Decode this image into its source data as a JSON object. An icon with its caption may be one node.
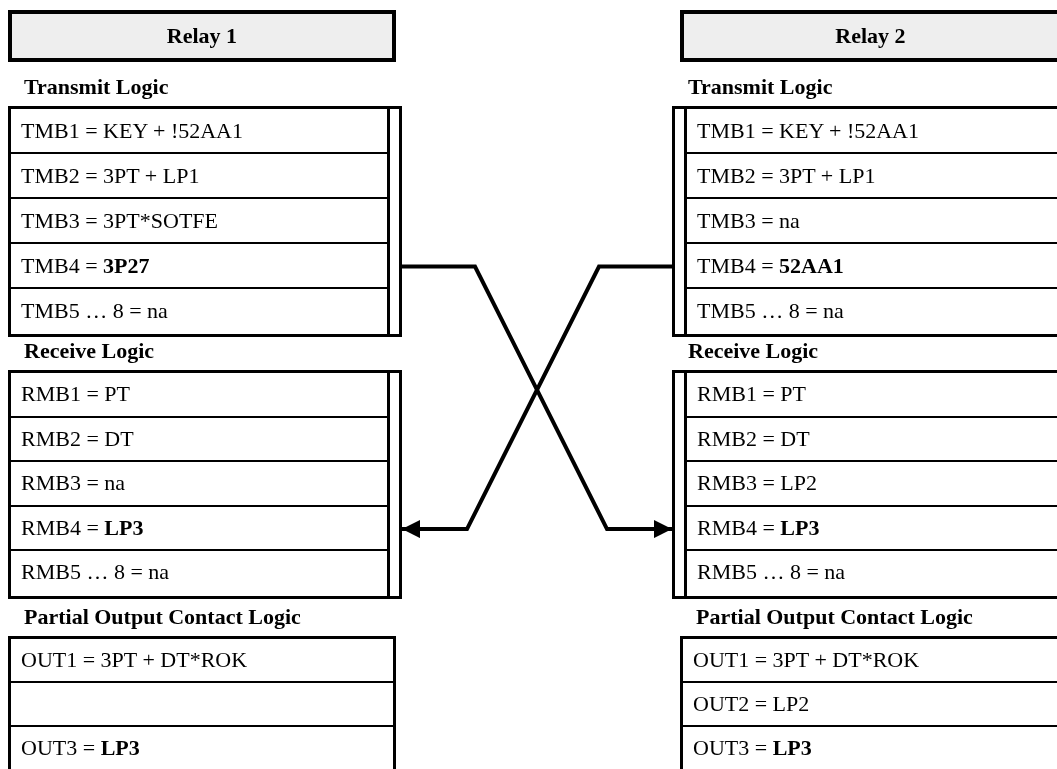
{
  "diagram": {
    "nodes": [
      {
        "text": [
          "Relay 1"
        ]
      },
      {
        "text": [
          "Transmit Logic"
        ]
      },
      {
        "text": [
          "TMB1 = KEY + !52AA1"
        ],
        "in": 1
      },
      {
        "text": [
          "TMB2 = 3PT + LP1"
        ],
        "in": 1
      },
      {
        "text": [
          "TMB3 = 3PT*SOTFE"
        ],
        "in": 1
      },
      {
        "text": [
          "TMB4 = **3P27**"
        ],
        "in": 1
      },
      {
        "text": [
          "TMB5 … 8 = na"
        ],
        "in": 1
      },
      {
        "text": [
          "Receive Logic"
        ]
      },
      {
        "text": [
          "RMB1 = PT"
        ],
        "in": 7
      },
      {
        "text": [
          "RMB2 = DT"
        ],
        "in": 7
      },
      {
        "text": [
          "RMB3 = na"
        ],
        "in": 7
      },
      {
        "text": [
          "RMB4 = **LP3**"
        ],
        "in": 7
      },
      {
        "text": [
          "RMB5 … 8 = na"
        ],
        "in": 7
      },
      {
        "text": [
          "Partial Output Contact Logic"
        ]
      },
      {
        "text": [
          "OUT1 = 3PT + DT*ROK"
        ],
        "in": 13
      },
      {
        "text": [],
        "shape": "box",
        "in": 13
      },
      {
        "text": [
          "OUT3 = **LP3**"
        ],
        "in": 13
      },
      {
        "text": [
          "Relay 2"
        ]
      },
      {
        "text": [
          "Transmit Logic"
        ]
      },
      {
        "text": [
          "TMB1 = KEY + !52AA1"
        ],
        "in": 18
      },
      {
        "text": [
          "TMB2 = 3PT + LP1"
        ],
        "in": 18
      },
      {
        "text": [
          "TMB3 = na"
        ],
        "in": 18
      },
      {
        "text": [
          "TMB4 = **52AA1**"
        ],
        "in": 18
      },
      {
        "text": [
          "TMB5 … 8 = na"
        ],
        "in": 18
      },
      {
        "text": [
          "Receive Logic"
        ]
      },
      {
        "text": [
          "RMB1 = PT"
        ],
        "in": 24
      },
      {
        "text": [
          "RMB2 = DT"
        ],
        "in": 24
      },
      {
        "text": [
          "RMB3 = LP2"
        ],
        "in": 24
      },
      {
        "text": [
          "RMB4 = **LP3**"
        ],
        "in": 24
      },
      {
        "text": [
          "RMB5 … 8 = na"
        ],
        "in": 24
      },
      {
        "text": [
          "Partial Output Contact Logic"
        ]
      },
      {
        "text": [
          "OUT1 = 3PT + DT*ROK"
        ],
        "in": 30
      },
      {
        "text": [
          "OUT2 = LP2"
        ],
        "in": 30
      },
      {
        "text": [
          "OUT3 = **LP3**"
        ],
        "in": 30
      }
    ],
    "edges": [
      {
        "from": 5,
        "to": 28,
        "arrow": "to"
      },
      {
        "from": 22,
        "to": 11,
        "arrow": "to"
      }
    ]
  }
}
